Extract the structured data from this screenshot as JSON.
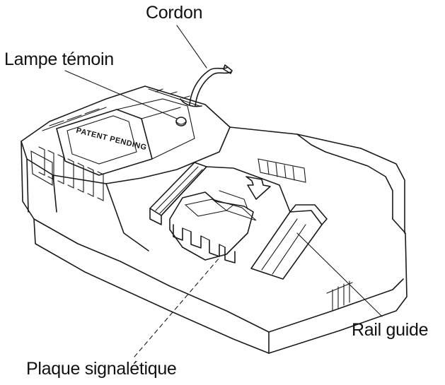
{
  "labels": {
    "cordon": "Cordon",
    "lampe_temoin": "Lampe témoin",
    "rail_guide": "Rail guide",
    "plaque_signaletique": "Plaque signalétique"
  },
  "logo_text": "PATENT PENDING"
}
